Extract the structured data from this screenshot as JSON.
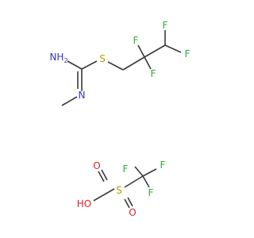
{
  "colors": {
    "bond": "#3a3a3a",
    "nitrogen": "#3333cc",
    "sulfur": "#b3a100",
    "fluorine": "#33aa33",
    "oxygen": "#dd2222",
    "background": "#ffffff"
  },
  "cation": {
    "amine_label": "NH",
    "amine_subscript": "2",
    "imine_n_label": "N",
    "thio_s_label": "S",
    "fluorines": [
      "F",
      "F",
      "F",
      "F"
    ]
  },
  "anion": {
    "hydroxyl_label": "HO",
    "sulfonyl_s_label": "S",
    "sulfonyl_o_labels": [
      "O",
      "O"
    ],
    "fluorines": [
      "F",
      "F",
      "F"
    ]
  }
}
